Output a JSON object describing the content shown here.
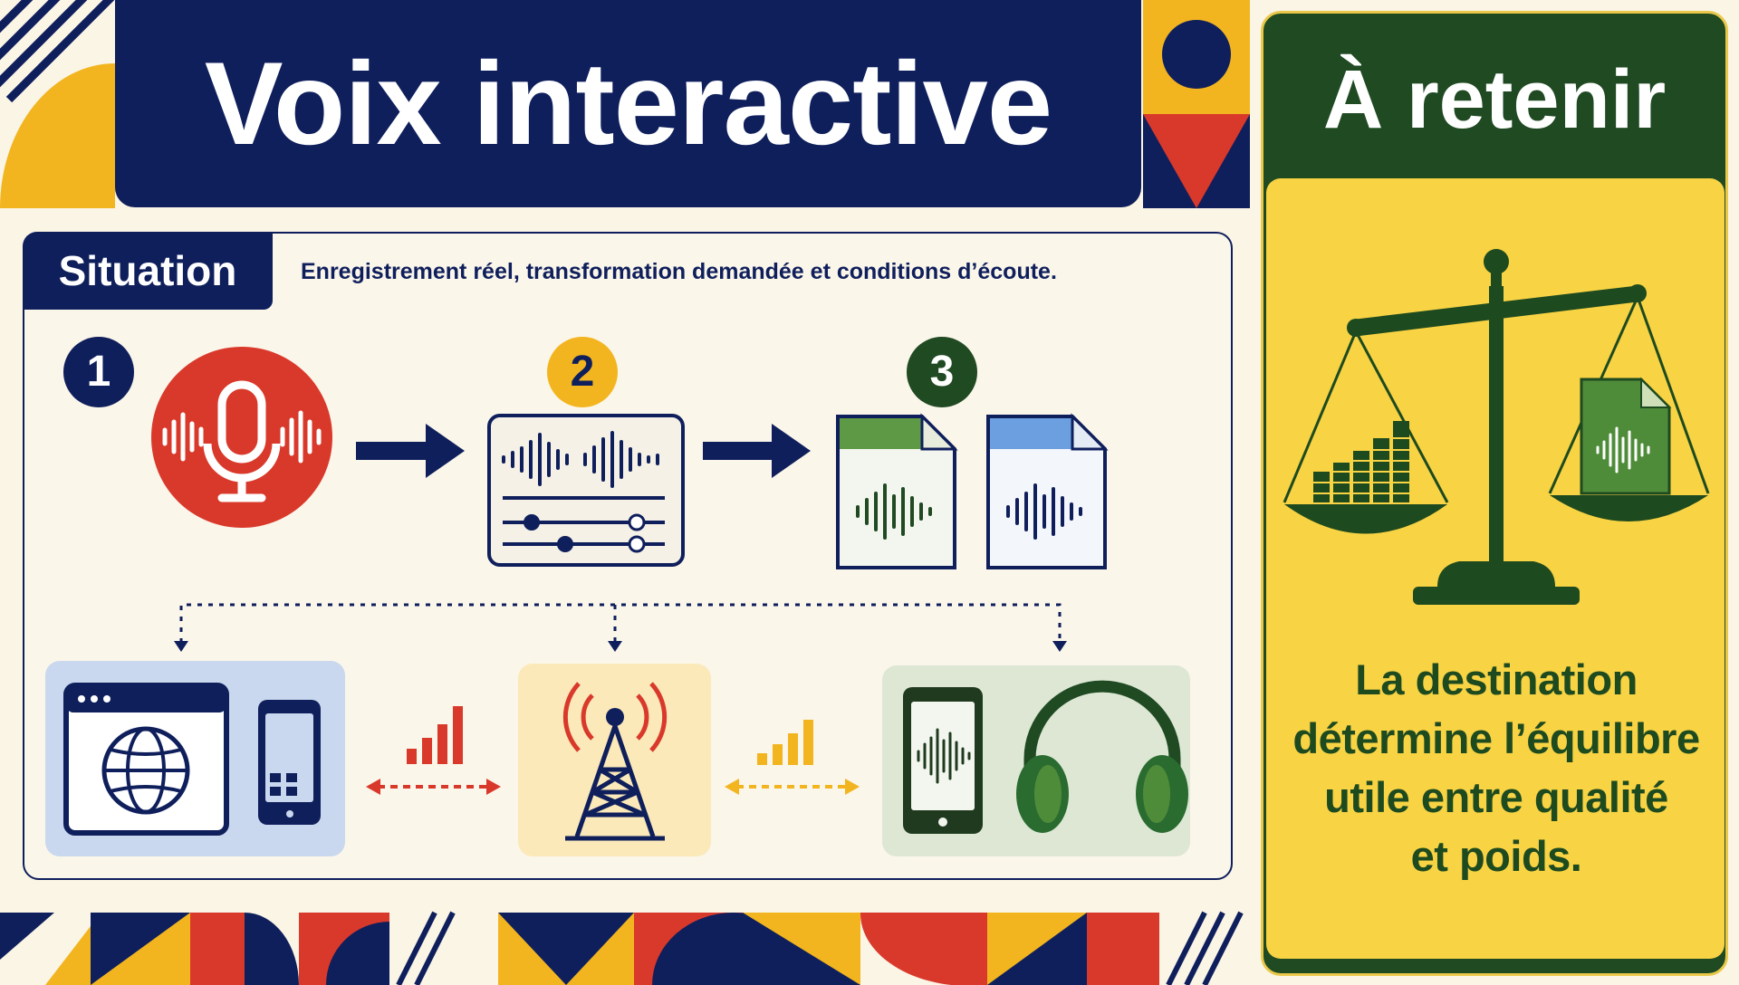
{
  "header": {
    "title": "Voix interactive"
  },
  "situation": {
    "label": "Situation",
    "text": "Enregistrement réel, transformation demandée et conditions d’écoute."
  },
  "steps": [
    {
      "number": "1",
      "icon": "microphone-icon"
    },
    {
      "number": "2",
      "icon": "audio-editor-icon"
    },
    {
      "number": "3",
      "icon": "audio-file-icon"
    }
  ],
  "destinations": [
    {
      "name": "web-and-mobile",
      "icons": [
        "browser-globe-icon",
        "smartphone-icon"
      ]
    },
    {
      "name": "broadcast",
      "icons": [
        "radio-tower-icon"
      ]
    },
    {
      "name": "listening-devices",
      "icons": [
        "phone-audio-icon",
        "headphones-icon"
      ]
    }
  ],
  "takeaway": {
    "title": "À retenir",
    "lines": [
      "La destination",
      "détermine l’équilibre",
      "utile entre qualité",
      "et poids."
    ],
    "icon": "balance-scale-icon"
  },
  "colors": {
    "navy": "#0f1f5c",
    "red": "#d9392b",
    "yellow": "#f2b51f",
    "green": "#1f4a22",
    "paper": "#fbf5e6",
    "blue": "#6b9fe0"
  }
}
